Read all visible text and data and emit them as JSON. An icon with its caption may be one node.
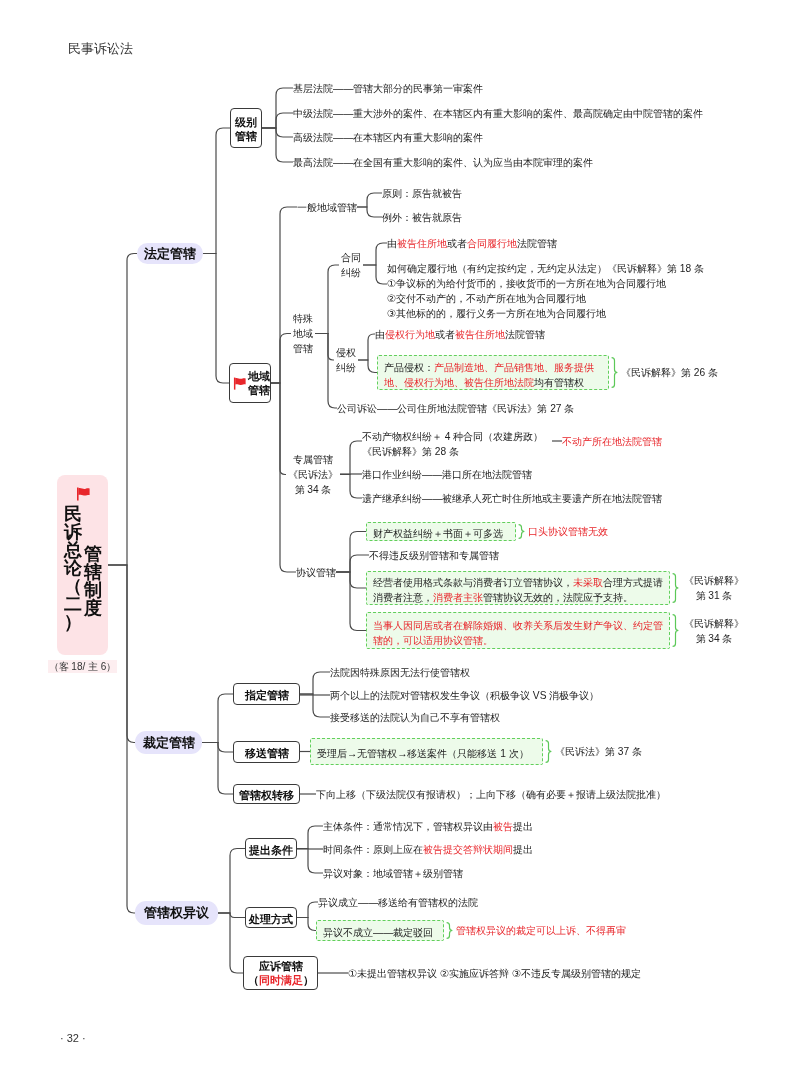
{
  "diagram": {
    "title": "民事诉讼法",
    "nodes": [
      {
        "text": [
          "民诉总论（二）",
          "管辖制度"
        ],
        "beside": [
          "（客 18/ 主 6）"
        ]
      },
      {
        "text": [
          "法定管辖"
        ]
      },
      {
        "text": [
          "级别管辖"
        ]
      },
      {
        "text": [
          "基层法院——管辖大部分的民事第一审案件"
        ]
      },
      {
        "text": [
          "中级法院——重大涉外的案件、在本辖区内有重大影响的案件、最高院确定由中院管辖的案件"
        ]
      },
      {
        "text": [
          "高级法院——在本辖区内有重大影响的案件"
        ]
      },
      {
        "text": [
          "最高法院——在全国有重大影响的案件、认为应当由本院审理的案件"
        ]
      },
      {
        "text": [
          "地域管辖"
        ]
      },
      {
        "text": [
          "一般地域管辖"
        ]
      },
      {
        "text": [
          "原则：原告就被告"
        ]
      },
      {
        "text": [
          "例外：被告就原告"
        ]
      },
      {
        "text": [
          "特殊地域管辖"
        ]
      },
      {
        "text": [
          "合同纠纷"
        ]
      },
      {
        "text": [
          "由**被告住所地**或者**合同履行地**法院管辖"
        ]
      },
      {
        "text": [
          "如何确定履行地（有约定按约定，无约定从法定）《民诉解释》第 18 条",
          "①争议标的为给付货币的，接收货币的一方所在地为合同履行地",
          "②交付不动产的，不动产所在地为合同履行地",
          "③其他标的的，履行义务一方所在地为合同履行地"
        ]
      },
      {
        "text": [
          "侵权纠纷"
        ]
      },
      {
        "text": [
          "由**侵权行为地**或者**被告住所地**法院管辖"
        ]
      },
      {
        "text": [
          "产品侵权：**产品制造地、产品销售地、服务提供地、侵权行为地、被告住所地法院**均有管辖权"
        ],
        "beside": [
          "《民诉解释》第 26 条"
        ]
      },
      {
        "text": [
          "公司诉讼——公司住所地法院管辖《民诉法》第 27 条"
        ]
      },
      {
        "text": [
          "专属管辖《民诉法》第 34 条"
        ]
      },
      {
        "text": [
          "不动产物权纠纷＋ 4 种合同（农建房政）《民诉解释》第 28 条"
        ]
      },
      {
        "text": [
          "不动产所在地法院管辖"
        ]
      },
      {
        "text": [
          "港口作业纠纷——港口所在地法院管辖"
        ]
      },
      {
        "text": [
          "遗产继承纠纷——被继承人死亡时住所地或主要遗产所在地法院管辖"
        ]
      },
      {
        "text": [
          "协议管辖"
        ]
      },
      {
        "text": [
          "财产权益纠纷＋书面＋可多选"
        ],
        "beside": [
          "口头协议管辖无效"
        ]
      },
      {
        "text": [
          "不得违反级别管辖和专属管辖"
        ]
      },
      {
        "text": [
          "经营者使用格式条款与消费者订立管辖协议，**未采取**合理方式提请消费者注意，**消费者主张**管辖协议无效的，法院应予支持。"
        ],
        "beside": [
          "《民诉解释》第 31 条"
        ]
      },
      {
        "text": [
          "当事人因同居或者在解除婚姻、收养关系后发生财产争议、约定管辖的，可以适用协议管辖。"
        ],
        "beside": [
          "《民诉解释》第 34 条"
        ]
      },
      {
        "text": [
          "裁定管辖"
        ]
      },
      {
        "text": [
          "指定管辖"
        ]
      },
      {
        "text": [
          "法院因特殊原因无法行使管辖权"
        ]
      },
      {
        "text": [
          "两个以上的法院对管辖权发生争议（积极争议 VS 消极争议）"
        ]
      },
      {
        "text": [
          "接受移送的法院认为自己不享有管辖权"
        ]
      },
      {
        "text": [
          "移送管辖"
        ]
      },
      {
        "text": [
          "受理后→无管辖权→移送案件（只能移送 1 次）"
        ],
        "beside": [
          "《民诉法》第 37 条"
        ]
      },
      {
        "text": [
          "管辖权转移"
        ]
      },
      {
        "text": [
          "下向上移（下级法院仅有报请权）；上向下移（确有必要＋报请上级法院批准）"
        ]
      },
      {
        "text": [
          "管辖权异议"
        ]
      },
      {
        "text": [
          "提出条件"
        ]
      },
      {
        "text": [
          "主体条件：通常情况下，管辖权异议由**被告**提出"
        ]
      },
      {
        "text": [
          "时间条件：原则上应在**被告提交答辩状期间**提出"
        ]
      },
      {
        "text": [
          "异议对象：地域管辖＋级别管辖"
        ]
      },
      {
        "text": [
          "处理方式"
        ]
      },
      {
        "text": [
          "异议成立——移送给有管辖权的法院"
        ]
      },
      {
        "text": [
          "异议不成立——裁定驳回"
        ],
        "beside": [
          "管辖权异议的裁定可以上诉、不得再审"
        ]
      },
      {
        "text": [
          "应诉管辖",
          "（**同时满足**）"
        ]
      },
      {
        "text": [
          "①未提出管辖权异议 ②实施应诉答辩 ③不违反专属级别管辖的规定"
        ]
      }
    ],
    "edges": [
      {
        "from": 0,
        "to": 1,
        "arrow": "none"
      },
      {
        "from": 0,
        "to": 29,
        "arrow": "none"
      },
      {
        "from": 0,
        "to": 38,
        "arrow": "none"
      },
      {
        "from": 1,
        "to": 2,
        "arrow": "none"
      },
      {
        "from": 1,
        "to": 7,
        "arrow": "none"
      },
      {
        "from": 2,
        "to": 3,
        "arrow": "none"
      },
      {
        "from": 2,
        "to": 4,
        "arrow": "none"
      },
      {
        "from": 2,
        "to": 5,
        "arrow": "none"
      },
      {
        "from": 2,
        "to": 6,
        "arrow": "none"
      },
      {
        "from": 7,
        "to": 8,
        "arrow": "none"
      },
      {
        "from": 7,
        "to": 11,
        "arrow": "none"
      },
      {
        "from": 7,
        "to": 19,
        "arrow": "none"
      },
      {
        "from": 7,
        "to": 24,
        "arrow": "none"
      },
      {
        "from": 8,
        "to": 9,
        "arrow": "none"
      },
      {
        "from": 8,
        "to": 10,
        "arrow": "none"
      },
      {
        "from": 11,
        "to": 12,
        "arrow": "none"
      },
      {
        "from": 11,
        "to": 15,
        "arrow": "none"
      },
      {
        "from": 11,
        "to": 18,
        "arrow": "none"
      },
      {
        "from": 12,
        "to": 13,
        "arrow": "none"
      },
      {
        "from": 12,
        "to": 14,
        "arrow": "none"
      },
      {
        "from": 15,
        "to": 16,
        "arrow": "none"
      },
      {
        "from": 15,
        "to": 17,
        "arrow": "none"
      },
      {
        "from": 19,
        "to": 20,
        "arrow": "none"
      },
      {
        "from": 19,
        "to": 22,
        "arrow": "none"
      },
      {
        "from": 19,
        "to": 23,
        "arrow": "none"
      },
      {
        "from": 20,
        "to": 21,
        "arrow": "none"
      },
      {
        "from": 24,
        "to": 25,
        "arrow": "none"
      },
      {
        "from": 24,
        "to": 26,
        "arrow": "none"
      },
      {
        "from": 24,
        "to": 27,
        "arrow": "none"
      },
      {
        "from": 24,
        "to": 28,
        "arrow": "none"
      },
      {
        "from": 29,
        "to": 30,
        "arrow": "none"
      },
      {
        "from": 29,
        "to": 34,
        "arrow": "none"
      },
      {
        "from": 29,
        "to": 36,
        "arrow": "none"
      },
      {
        "from": 30,
        "to": 31,
        "arrow": "none"
      },
      {
        "from": 30,
        "to": 32,
        "arrow": "none"
      },
      {
        "from": 30,
        "to": 33,
        "arrow": "none"
      },
      {
        "from": 34,
        "to": 35,
        "arrow": "none"
      },
      {
        "from": 36,
        "to": 37,
        "arrow": "none"
      },
      {
        "from": 38,
        "to": 39,
        "arrow": "none"
      },
      {
        "from": 38,
        "to": 43,
        "arrow": "none"
      },
      {
        "from": 38,
        "to": 46,
        "arrow": "none"
      },
      {
        "from": 39,
        "to": 40,
        "arrow": "none"
      },
      {
        "from": 39,
        "to": 41,
        "arrow": "none"
      },
      {
        "from": 39,
        "to": 42,
        "arrow": "none"
      },
      {
        "from": 43,
        "to": 44,
        "arrow": "none"
      },
      {
        "from": 43,
        "to": 45,
        "arrow": "none"
      },
      {
        "from": 46,
        "to": 47,
        "arrow": "none"
      }
    ],
    "labels": [
      "· 32 ·"
    ]
  }
}
